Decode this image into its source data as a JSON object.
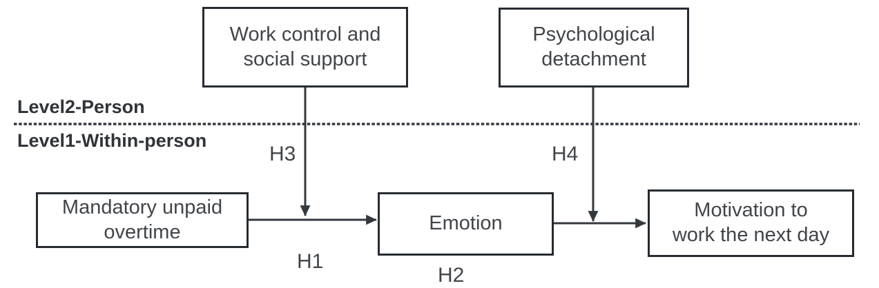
{
  "colors": {
    "background": "#ffffff",
    "box_border": "#262b32",
    "arrow": "#33383e",
    "box_text": "#414549",
    "level_label_text": "#303439"
  },
  "levels": {
    "level2": "Level2-Person",
    "level1": "Level1-Within-person"
  },
  "boxes": {
    "work_control": {
      "line1": "Work control and",
      "line2": "social support"
    },
    "psychological": {
      "line1": "Psychological",
      "line2": "detachment"
    },
    "mandatory": {
      "line1": "Mandatory unpaid",
      "line2": "overtime"
    },
    "emotion": {
      "line1": "Emotion"
    },
    "motivation": {
      "line1": "Motivation to",
      "line2": "work the next day"
    }
  },
  "arrows": {
    "h1": {
      "label": "H1"
    },
    "h2": {
      "label": "H2"
    },
    "h3": {
      "label": "H3"
    },
    "h4": {
      "label": "H4"
    }
  }
}
